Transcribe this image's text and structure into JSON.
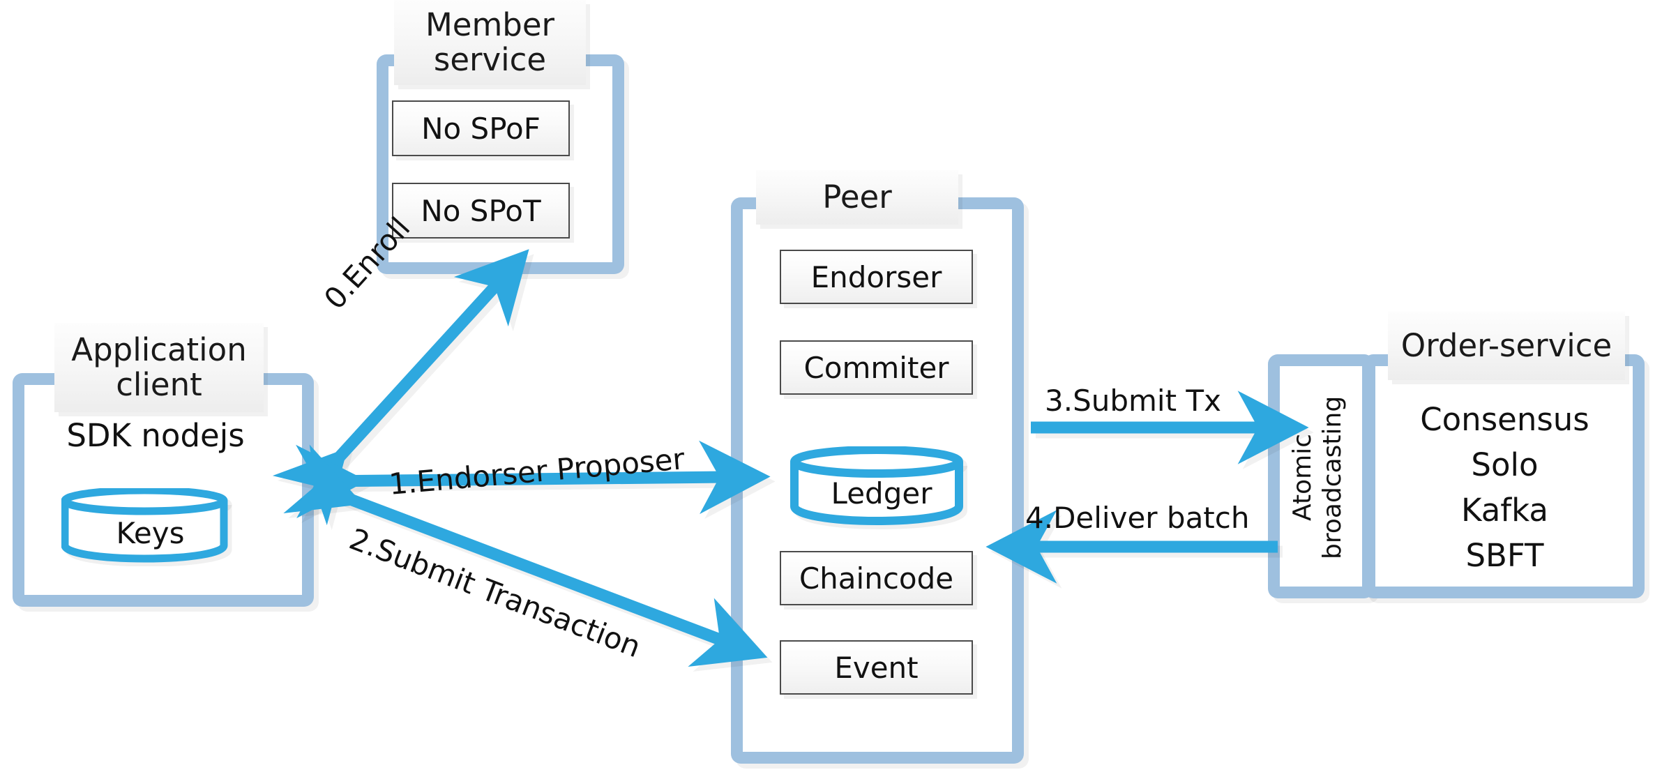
{
  "diagram": {
    "title": "Hyperledger Fabric transaction flow",
    "colors": {
      "frame_blue": "#9EC0DF",
      "arrow_blue": "#2EA8DF",
      "box_border": "#4A4A4A",
      "text": "#111111",
      "background": "#FFFFFF"
    }
  },
  "nodes": {
    "application_client": {
      "title": "Application\nclient",
      "title_line1": "Application",
      "title_line2": "client",
      "subtitle": "SDK nodejs",
      "store": "Keys"
    },
    "member_service": {
      "title_line1": "Member",
      "title_line2": "service",
      "items": [
        {
          "label": "No SPoF"
        },
        {
          "label": "No SPoT"
        }
      ]
    },
    "peer": {
      "title": "Peer",
      "items": [
        {
          "label": "Endorser"
        },
        {
          "label": "Commiter"
        },
        {
          "label": "Ledger",
          "shape": "cylinder"
        },
        {
          "label": "Chaincode"
        },
        {
          "label": "Event"
        }
      ]
    },
    "atomic_broadcasting": {
      "label_line1": "Atomic",
      "label_line2": "broadcasting"
    },
    "order_service": {
      "title": "Order-service",
      "items": [
        {
          "label": "Consensus"
        },
        {
          "label": "Solo"
        },
        {
          "label": "Kafka"
        },
        {
          "label": "SBFT"
        }
      ]
    }
  },
  "flows": [
    {
      "step": "0",
      "label": "0.Enroll",
      "from": "application-client",
      "to": "member-service",
      "direction": "bidirectional"
    },
    {
      "step": "1",
      "label": "1.Endorser Proposer",
      "from": "application-client",
      "to": "peer",
      "direction": "bidirectional"
    },
    {
      "step": "2",
      "label": "2.Submit Transaction",
      "from": "application-client",
      "to": "peer",
      "direction": "bidirectional"
    },
    {
      "step": "3",
      "label": "3.Submit Tx",
      "from": "peer",
      "to": "order-service",
      "direction": "forward"
    },
    {
      "step": "4",
      "label": "4.Deliver batch",
      "from": "order-service",
      "to": "peer",
      "direction": "forward"
    }
  ]
}
